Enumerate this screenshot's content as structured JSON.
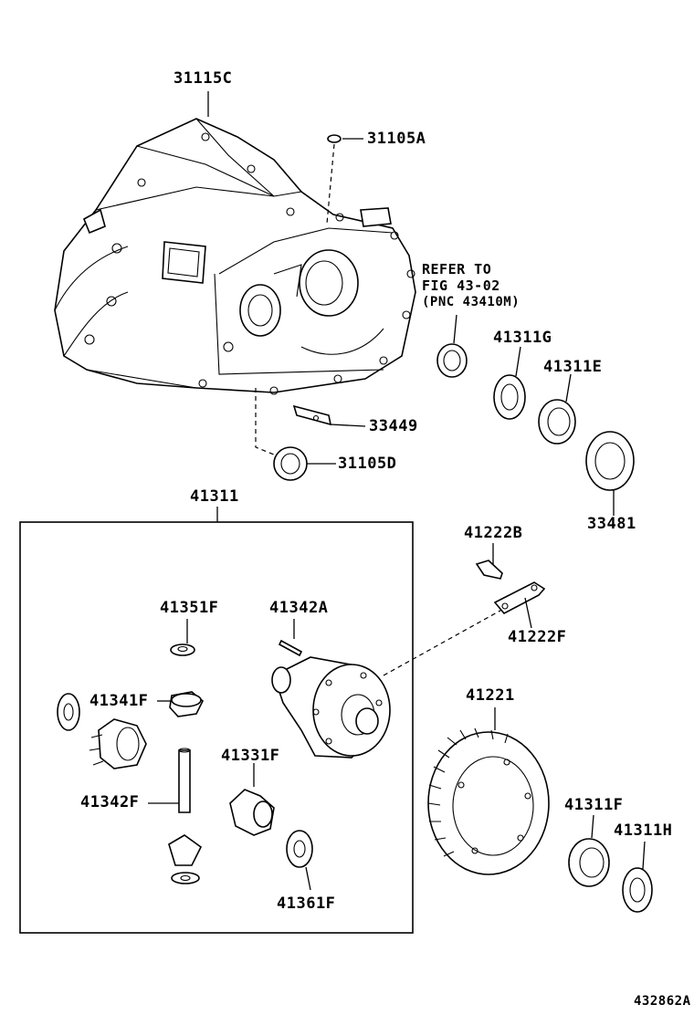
{
  "labels": {
    "p31115C": "31115C",
    "p31105A": "31105A",
    "refer_line1": "REFER TO",
    "refer_line2": "FIG 43-02",
    "refer_line3": "(PNC 43410M)",
    "p41311G": "41311G",
    "p41311E": "41311E",
    "p33449": "33449",
    "p31105D": "31105D",
    "p33481": "33481",
    "p41311": "41311",
    "p41222B": "41222B",
    "p41222F": "41222F",
    "p41351F": "41351F",
    "p41342A": "41342A",
    "p41341F": "41341F",
    "p41331F": "41331F",
    "p41342F": "41342F",
    "p41361F": "41361F",
    "p41221": "41221",
    "p41311F": "41311F",
    "p41311H": "41311H",
    "figure_code": "432862A"
  },
  "colors": {
    "ink": "#000000",
    "paper": "#ffffff"
  }
}
